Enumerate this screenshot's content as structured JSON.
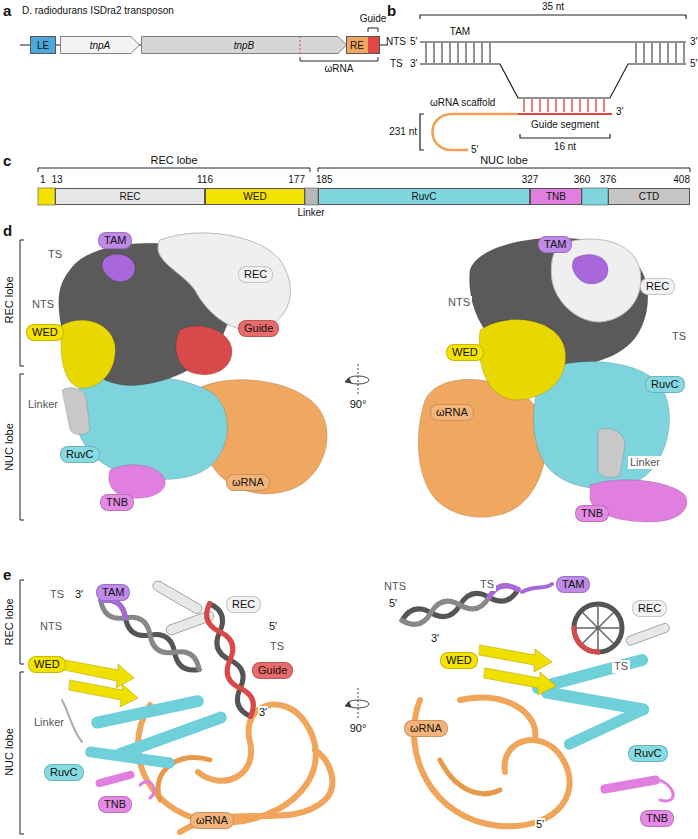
{
  "diagram": {
    "nodes": [
      {
        "text": [
          "LE"
        ]
      },
      {
        "text": [
          "tnpA"
        ]
      },
      {
        "text": [
          "tnpB"
        ]
      },
      {
        "text": [
          "RE"
        ]
      },
      {
        "text": [
          "REC"
        ]
      },
      {
        "text": [
          "WED"
        ]
      },
      {
        "text": [
          "RuvC"
        ]
      },
      {
        "text": [
          "TNB"
        ]
      },
      {
        "text": [
          "CTD"
        ]
      },
      {
        "text": [
          "TAM"
        ]
      },
      {
        "text": [
          "REC"
        ]
      },
      {
        "text": [
          "WED"
        ]
      },
      {
        "text": [
          "Guide"
        ]
      },
      {
        "text": [
          "RuvC"
        ]
      },
      {
        "text": [
          "TNB"
        ]
      },
      {
        "text": [
          "ωRNA"
        ]
      },
      {
        "text": [
          "TAM"
        ]
      },
      {
        "text": [
          "REC"
        ]
      },
      {
        "text": [
          "WED"
        ]
      },
      {
        "text": [
          "RuvC"
        ]
      },
      {
        "text": [
          "ωRNA"
        ]
      },
      {
        "text": [
          "TNB"
        ]
      },
      {
        "text": [
          "TAM"
        ]
      },
      {
        "text": [
          "REC"
        ]
      },
      {
        "text": [
          "WED"
        ]
      },
      {
        "text": [
          "Guide"
        ]
      },
      {
        "text": [
          "RuvC"
        ]
      },
      {
        "text": [
          "TNB"
        ]
      },
      {
        "text": [
          "ωRNA"
        ]
      },
      {
        "text": [
          "TAM"
        ]
      },
      {
        "text": [
          "REC"
        ]
      },
      {
        "text": [
          "WED"
        ]
      },
      {
        "text": [
          "RuvC"
        ]
      },
      {
        "text": [
          "ωRNA"
        ]
      },
      {
        "text": [
          "TNB"
        ]
      }
    ],
    "labels": [
      "a",
      "D. radiodurans ISDra2 transposon",
      "Guide",
      "ωRNA",
      "b",
      "35 nt",
      "NTS",
      "5′",
      "TAM",
      "3′",
      "TS",
      "3′",
      "5′",
      "ωRNA scaffold",
      "Guide segment",
      "3′",
      "231 nt",
      "5′",
      "16 nt",
      "c",
      "REC lobe",
      "NUC lobe",
      "1",
      "13",
      "116",
      "177",
      "185",
      "327",
      "360",
      "376",
      "408",
      "Linker",
      "d",
      "REC lobe",
      "NUC lobe",
      "TS",
      "NTS",
      "Linker",
      "90°",
      "NTS",
      "TS",
      "Linker",
      "e",
      "REC lobe",
      "NUC lobe",
      "TS",
      "3′",
      "NTS",
      "5′",
      "TS",
      "3′",
      "Linker",
      "90°",
      "NTS",
      "5′",
      "TS",
      "3′",
      "TS",
      "5′"
    ]
  }
}
